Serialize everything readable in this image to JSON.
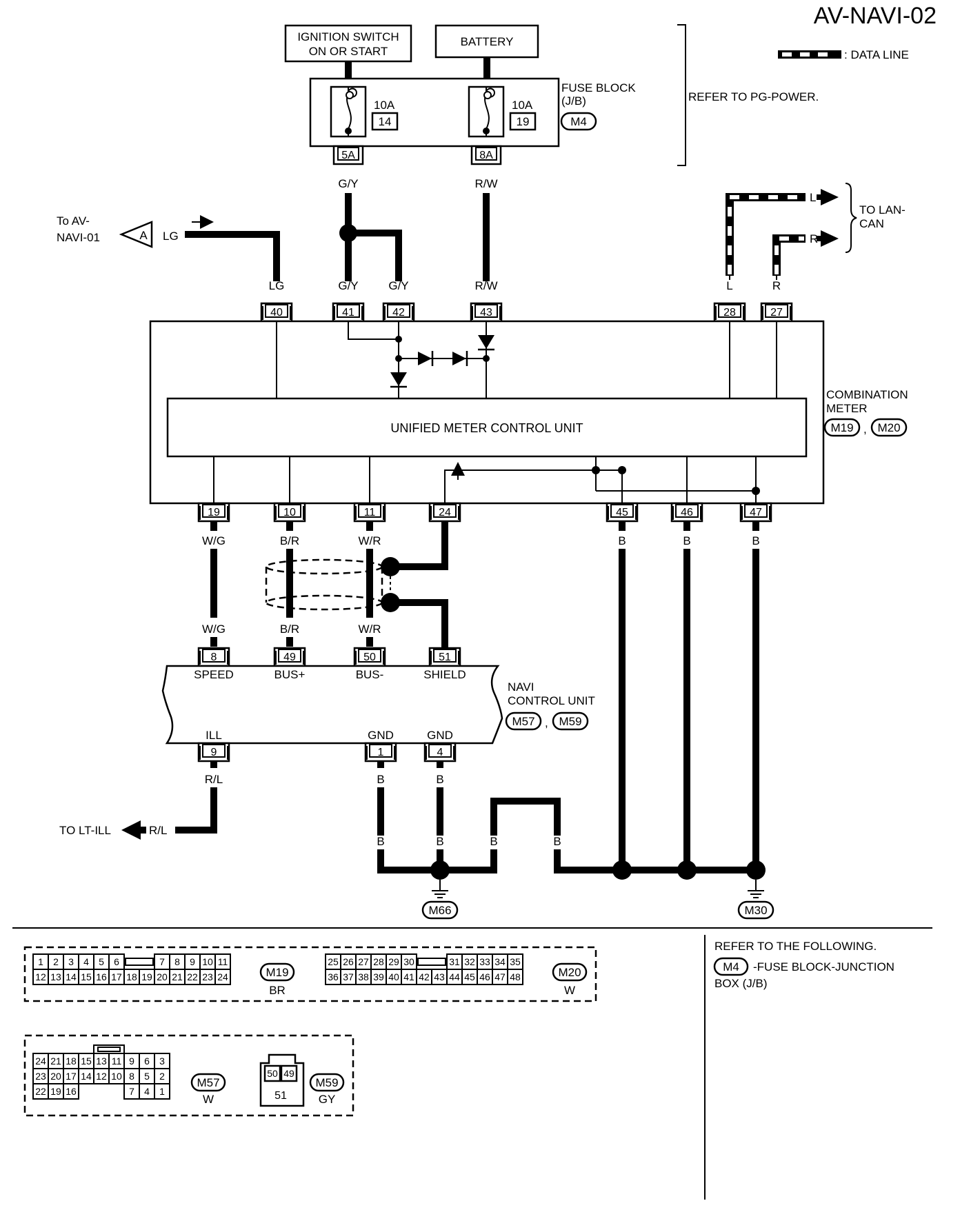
{
  "title": "AV-NAVI-02",
  "legend": {
    "data_line": ": DATA LINE"
  },
  "sources": {
    "ignition_1": "IGNITION SWITCH",
    "ignition_2": "ON OR START",
    "battery": "BATTERY"
  },
  "fuse_block": {
    "label_1": "FUSE BLOCK",
    "label_2": "(J/B)",
    "connector": "M4",
    "fuse_a": {
      "amp": "10A",
      "num": "14",
      "term": "5A"
    },
    "fuse_b": {
      "amp": "10A",
      "num": "19",
      "term": "8A"
    },
    "refer": "REFER TO PG-POWER."
  },
  "refs": {
    "to_av_1": "To AV-",
    "to_av_2": "NAVI-01",
    "arrow_a": "A",
    "to_lan_1": "TO LAN-",
    "to_lan_2": "CAN",
    "to_lt_ill": "TO LT-ILL"
  },
  "colors": {
    "gy": "G/Y",
    "rw": "R/W",
    "lg": "LG",
    "wg": "W/G",
    "br": "B/R",
    "wr": "W/R",
    "b": "B",
    "rl": "R/L",
    "l": "L",
    "r": "R"
  },
  "meter": {
    "label_1": "COMBINATION",
    "label_2": "METER",
    "conn_1": "M19",
    "conn_2": "M20",
    "unit": "UNIFIED METER CONTROL UNIT",
    "pins_top": [
      "40",
      "41",
      "42",
      "43",
      "28",
      "27"
    ],
    "pins_bottom": [
      "19",
      "10",
      "11",
      "24",
      "45",
      "46",
      "47"
    ]
  },
  "navi": {
    "label_1": "NAVI",
    "label_2": "CONTROL UNIT",
    "conn_1": "M57",
    "conn_2": "M59",
    "pins_top": [
      "8",
      "49",
      "50",
      "51"
    ],
    "names_top": [
      "SPEED",
      "BUS+",
      "BUS-",
      "SHIELD"
    ],
    "pins_bottom": [
      "9",
      "1",
      "4"
    ],
    "names_bottom": [
      "ILL",
      "GND",
      "GND"
    ]
  },
  "grounds": [
    "M66",
    "M30"
  ],
  "connectors": {
    "m19": {
      "name": "M19",
      "color": "BR",
      "row1": [
        "1",
        "2",
        "3",
        "4",
        "5",
        "6",
        "",
        "7",
        "8",
        "9",
        "10",
        "11"
      ],
      "row2": [
        "12",
        "13",
        "14",
        "15",
        "16",
        "17",
        "18",
        "19",
        "20",
        "21",
        "22",
        "23",
        "24"
      ]
    },
    "m20": {
      "name": "M20",
      "color": "W",
      "row1": [
        "25",
        "26",
        "27",
        "28",
        "29",
        "30",
        "",
        "31",
        "32",
        "33",
        "34",
        "35"
      ],
      "row2": [
        "36",
        "37",
        "38",
        "39",
        "40",
        "41",
        "42",
        "43",
        "44",
        "45",
        "46",
        "47",
        "48"
      ]
    },
    "m57": {
      "name": "M57",
      "color": "W",
      "row1": [
        "24",
        "21",
        "18",
        "15",
        "13",
        "11",
        "9",
        "6",
        "3"
      ],
      "row2": [
        "23",
        "20",
        "17",
        "14",
        "12",
        "10",
        "8",
        "5",
        "2"
      ],
      "row3": [
        "22",
        "19",
        "16",
        "7",
        "4",
        "1"
      ]
    },
    "m59": {
      "name": "M59",
      "color": "GY",
      "top": [
        "50",
        "49"
      ],
      "bottom": "51"
    }
  },
  "refer_following": {
    "line_1": "REFER TO THE FOLLOWING.",
    "conn": "M4",
    "line_2": "-FUSE BLOCK-JUNCTION",
    "line_3": "BOX (J/B)"
  }
}
